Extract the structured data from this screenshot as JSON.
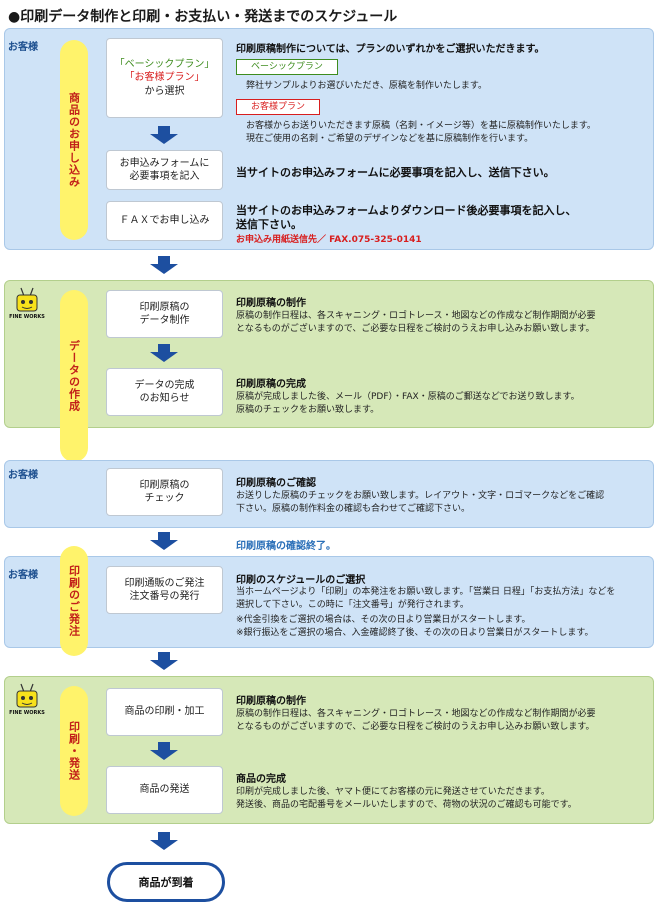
{
  "title": "●印刷データ制作と印刷・お支払い・発送までのスケジュール",
  "colors": {
    "arrow": "#1d4fa0",
    "pill": "#fff36b",
    "pill_text": "#c2201a",
    "blue_panel": "#cfe3f7",
    "green_panel": "#d6e8b8",
    "accent_blue": "#2a6fb8",
    "red": "#d81e1e"
  },
  "logo": {
    "icon": "fine-works-mascot-icon",
    "text": "FINE WORKS"
  },
  "sections": {
    "order": {
      "who": "お客様",
      "phase": "商品のお申し込み",
      "plan_box": {
        "line1": "「ベーシックプラン」",
        "line2": "「お客様プラン」",
        "line3": "から選択"
      },
      "plan_heading": "印刷原稿制作については、プランのいずれかをご選択いただきます。",
      "basic_tag": "ベーシックプラン",
      "basic_desc": "弊社サンプルよりお選びいただき、原稿を制作いたします。",
      "custom_tag": "お客様プラン",
      "custom_desc1": "お客様からお送りいただきます原稿（名刺・イメージ等）を基に原稿制作いたします。",
      "custom_desc2": "現在ご使用の名刺・ご希望のデザインなどを基に原稿制作を行います。",
      "form_box": {
        "line1": "お申込みフォームに",
        "line2": "必要事項を記入"
      },
      "form_heading": "当サイトのお申込みフォームに必要事項を記入し、送信下さい。",
      "fax_box": "ＦＡＸでお申し込み",
      "fax_heading1": "当サイトのお申込みフォームよりダウンロード後必要事項を記入し、",
      "fax_heading2": "送信下さい。",
      "fax_number": "お申込み用紙送信先／ FAX.075-325-0141"
    },
    "data": {
      "phase": "データの作成",
      "box1": {
        "line1": "印刷原稿の",
        "line2": "データ制作"
      },
      "h1": "印刷原稿の制作",
      "t1a": "原稿の制作日程は、各スキャニング・ロゴトレース・地図などの作成など制作期間が必要",
      "t1b": "となるものがございますので、ご必要な日程をご検討のうえお申し込みお願い致します。",
      "box2": {
        "line1": "データの完成",
        "line2": "のお知らせ"
      },
      "h2": "印刷原稿の完成",
      "t2a": "原稿が完成しました後、メール（PDF）・FAX・原稿のご郵送などでお送り致します。",
      "t2b": "原稿のチェックをお願い致します。"
    },
    "check": {
      "who": "お客様",
      "box": {
        "line1": "印刷原稿の",
        "line2": "チェック"
      },
      "h": "印刷原稿のご確認",
      "t1": "お送りした原稿のチェックをお願い致します。レイアウト・文字・ロゴマークなどをご確認",
      "t2": "下さい。原稿の制作料金の確認も合わせてご確認下さい。",
      "done": "印刷原稿の確認終了。"
    },
    "pay": {
      "who": "お客様",
      "phase": "印刷のご発注",
      "box": {
        "line1": "印刷通販のご発注",
        "line2": "注文番号の発行"
      },
      "h": "印刷のスケジュールのご選択",
      "t1": "当ホームページより「印刷」の本発注をお願い致します。「営業日 日程」「お支払方法」などを",
      "t2": "選択して下さい。この時に「注文番号」が発行されます。",
      "n1": "※代金引換をご選択の場合は、その次の日より営業日がスタートします。",
      "n2": "※銀行振込をご選択の場合、入金確認終了後、その次の日より営業日がスタートします。"
    },
    "ship": {
      "phase": "印刷・発送",
      "box1": "商品の印刷・加工",
      "h1": "印刷原稿の制作",
      "t1a": "原稿の制作日程は、各スキャニング・ロゴトレース・地図などの作成など制作期間が必要",
      "t1b": "となるものがございますので、ご必要な日程をご検討のうえお申し込みお願い致します。",
      "box2": "商品の発送",
      "h2": "商品の完成",
      "t2a": "印刷が完成しました後、ヤマト便にてお客様の元に発送させていただきます。",
      "t2b": "発送後、商品の宅配番号をメールいたしますので、荷物の状況のご確認も可能です。"
    }
  },
  "final": "商品が到着"
}
